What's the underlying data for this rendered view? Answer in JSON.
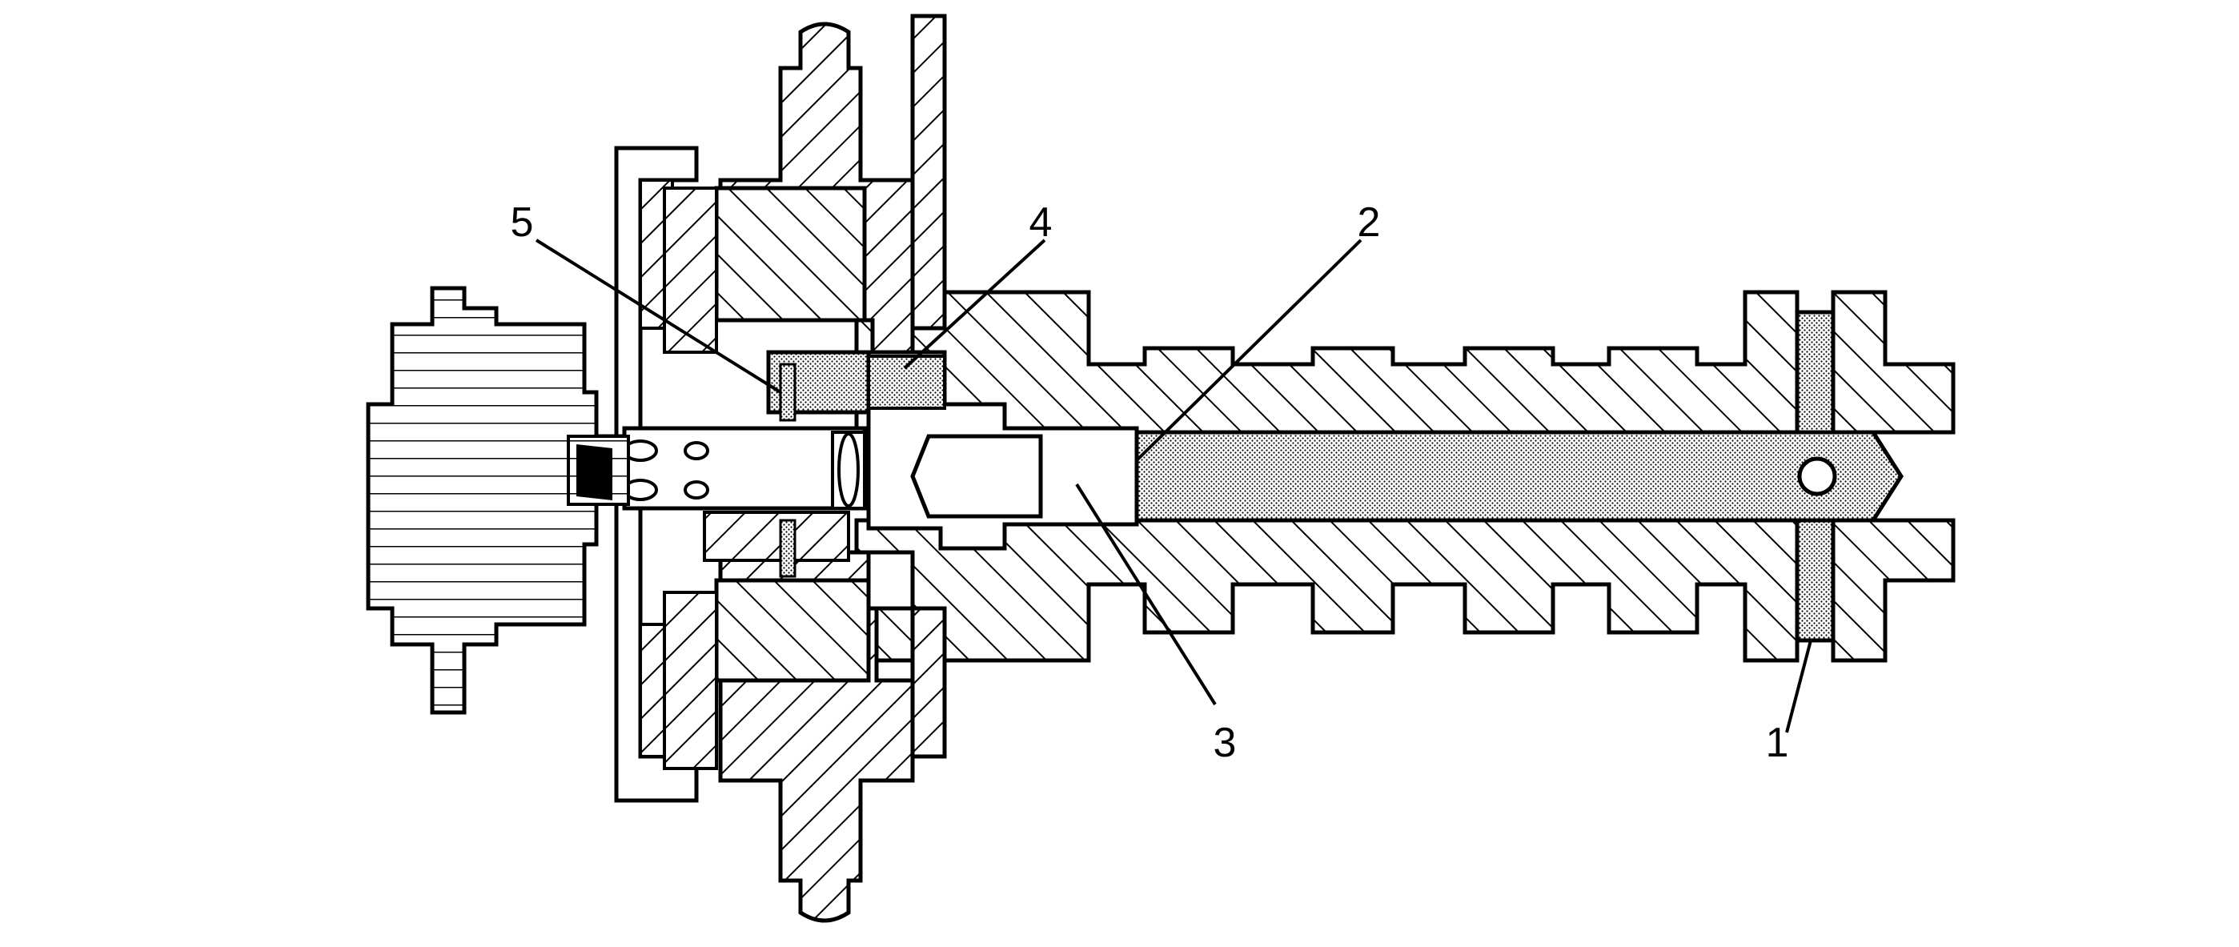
{
  "diagram": {
    "style": "black-and-white cross-section line drawing",
    "colors": {
      "line": "#000000",
      "background": "#ffffff",
      "stipple": "#000000"
    },
    "callouts": [
      {
        "id": "1",
        "label": "1"
      },
      {
        "id": "2",
        "label": "2"
      },
      {
        "id": "3",
        "label": "3"
      },
      {
        "id": "4",
        "label": "4"
      },
      {
        "id": "5",
        "label": "5"
      }
    ]
  }
}
